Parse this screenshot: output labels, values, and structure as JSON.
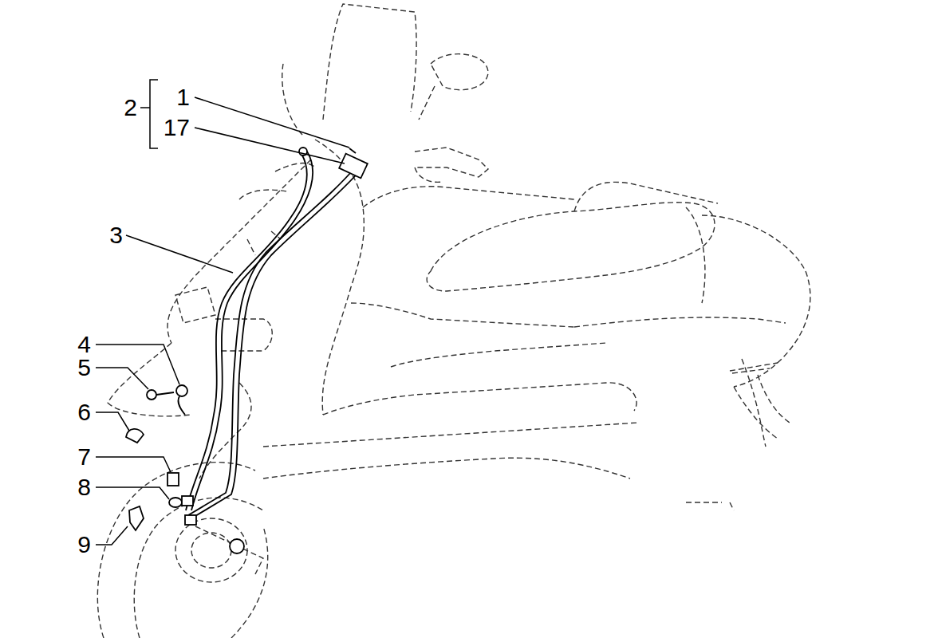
{
  "diagram": {
    "labels": [
      "2",
      "1",
      "17",
      "3",
      "4",
      "5",
      "6",
      "7",
      "8",
      "9"
    ]
  }
}
